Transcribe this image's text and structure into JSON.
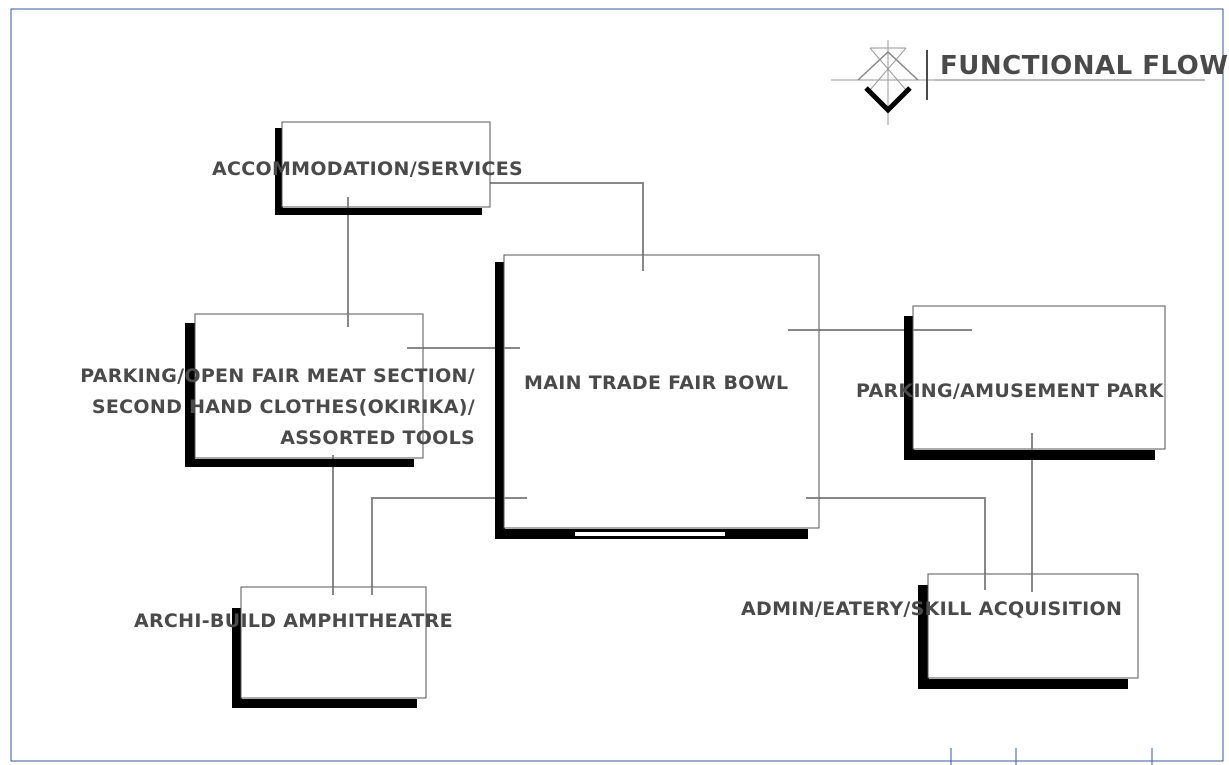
{
  "title": "FUNCTIONAL FLOW",
  "zones": {
    "accommodation": "ACCOMMODATION/SERVICES",
    "parking_fair_line1": "PARKING/OPEN FAIR MEAT SECTION/",
    "parking_fair_line2": "SECOND HAND CLOTHES(OKIRIKA)/",
    "parking_fair_line3": "ASSORTED TOOLS",
    "main_bowl": "MAIN TRADE FAIR BOWL",
    "amusement": "PARKING/AMUSEMENT PARK",
    "amphitheatre": "ARCHI-BUILD AMPHITHEATRE",
    "admin": "ADMIN/EATERY/SKILL ACQUISITION"
  },
  "colors": {
    "frame": "#3a5a9a",
    "line": "#888888",
    "shadow": "#000000",
    "text": "#4a4a4a"
  }
}
